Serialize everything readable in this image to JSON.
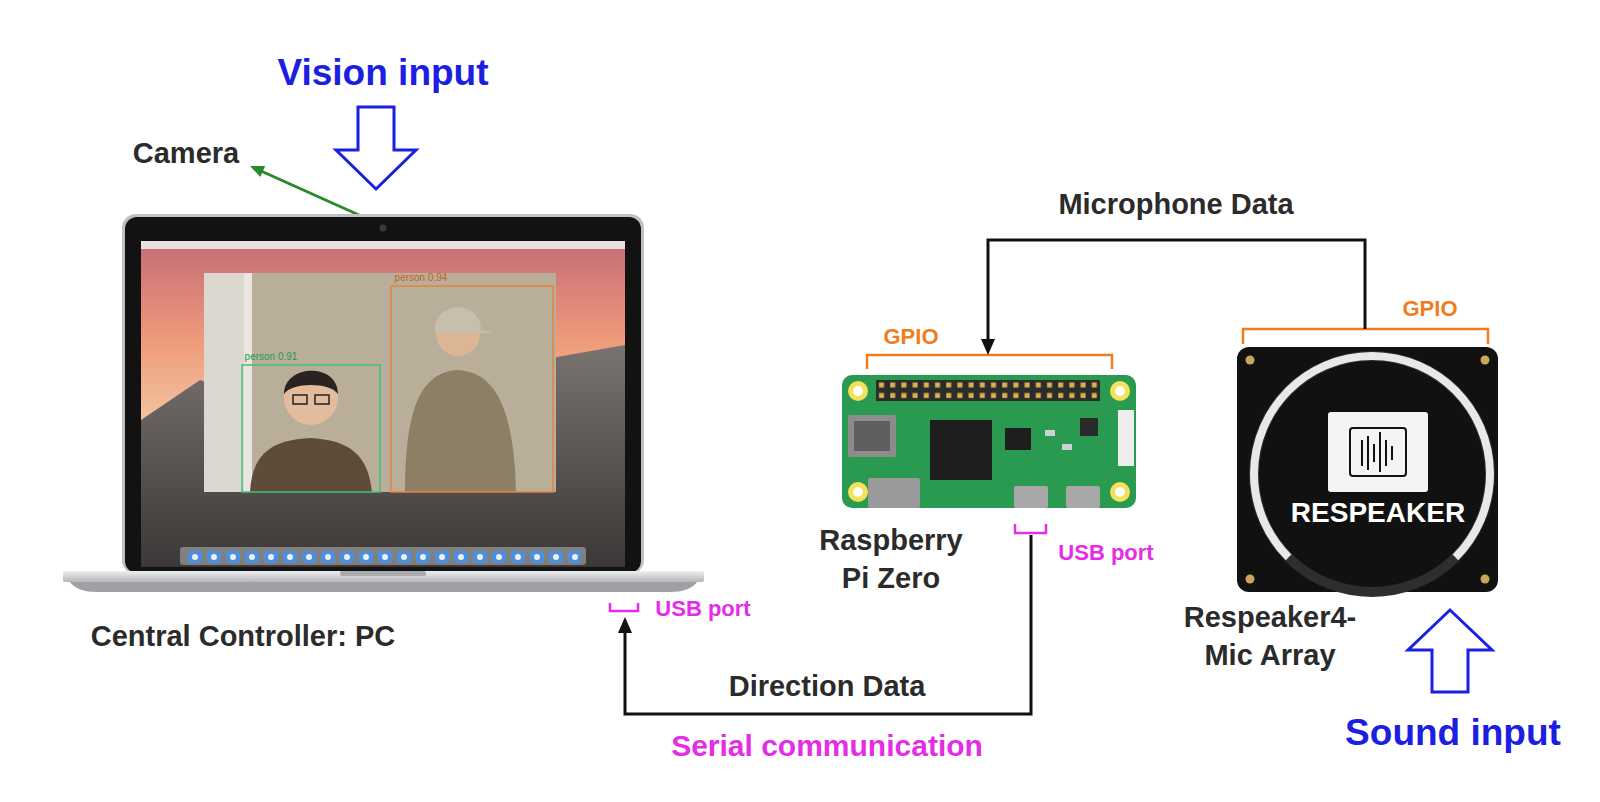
{
  "diagram": {
    "nodes": [
      {
        "text": [
          "Central Controller: PC"
        ]
      },
      {
        "text": [
          "Raspberry Pi Zero"
        ]
      },
      {
        "text": [
          "RESPEAKER",
          "Respeaker4- Mic Array"
        ]
      }
    ],
    "edges": [
      {
        "from": 2,
        "to": 1,
        "label": "Microphone Data",
        "arrow": "to"
      },
      {
        "from": 1,
        "to": 0,
        "label": "Direction Data",
        "arrow": "to"
      }
    ],
    "labels": [
      "Vision input",
      "Camera",
      "person 0.94",
      "person 0.91",
      "USB port",
      "GPIO",
      "GPIO",
      "USB port",
      "Serial communication",
      "Sound input"
    ]
  }
}
